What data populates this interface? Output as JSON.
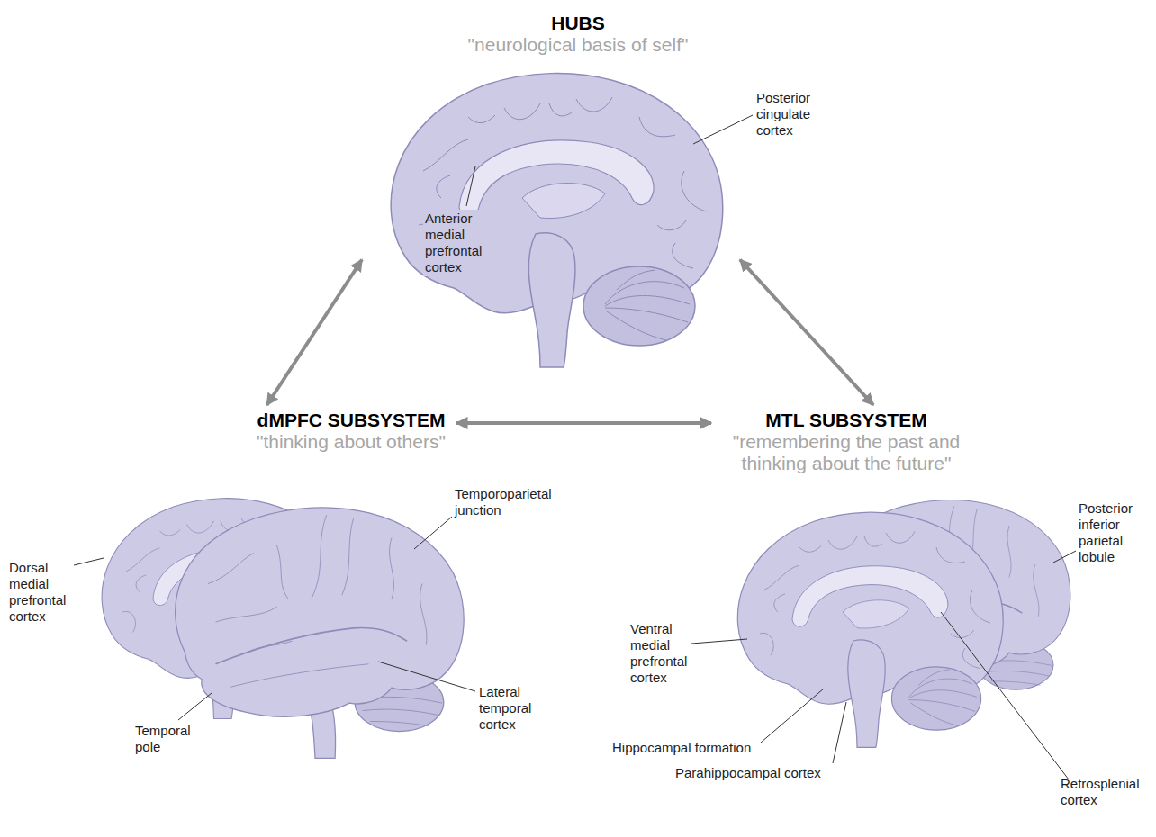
{
  "diagram": {
    "nodes": [
      {
        "text": [
          "HUBS",
          "\"neurological basis of self\""
        ]
      },
      {
        "text": [
          "dMPFC SUBSYSTEM",
          "\"thinking about others\""
        ]
      },
      {
        "text": [
          "MTL SUBSYSTEM",
          "\"remembering the past and thinking about the future\""
        ]
      }
    ],
    "edges": [
      {
        "from": 0,
        "to": 1,
        "arrow": "both"
      },
      {
        "from": 0,
        "to": 2,
        "arrow": "both"
      },
      {
        "from": 1,
        "to": 2,
        "arrow": "both"
      }
    ],
    "labels": [
      "Posterior cingulate cortex",
      "Anterior medial prefrontal cortex",
      "Dorsal medial prefrontal cortex",
      "Temporoparietal junction",
      "Temporal pole",
      "Lateral temporal cortex",
      "Posterior inferior parietal lobule",
      "Ventral medial prefrontal cortex",
      "Hippocampal formation",
      "Parahippocampal cortex",
      "Retrosplenial cortex"
    ]
  }
}
